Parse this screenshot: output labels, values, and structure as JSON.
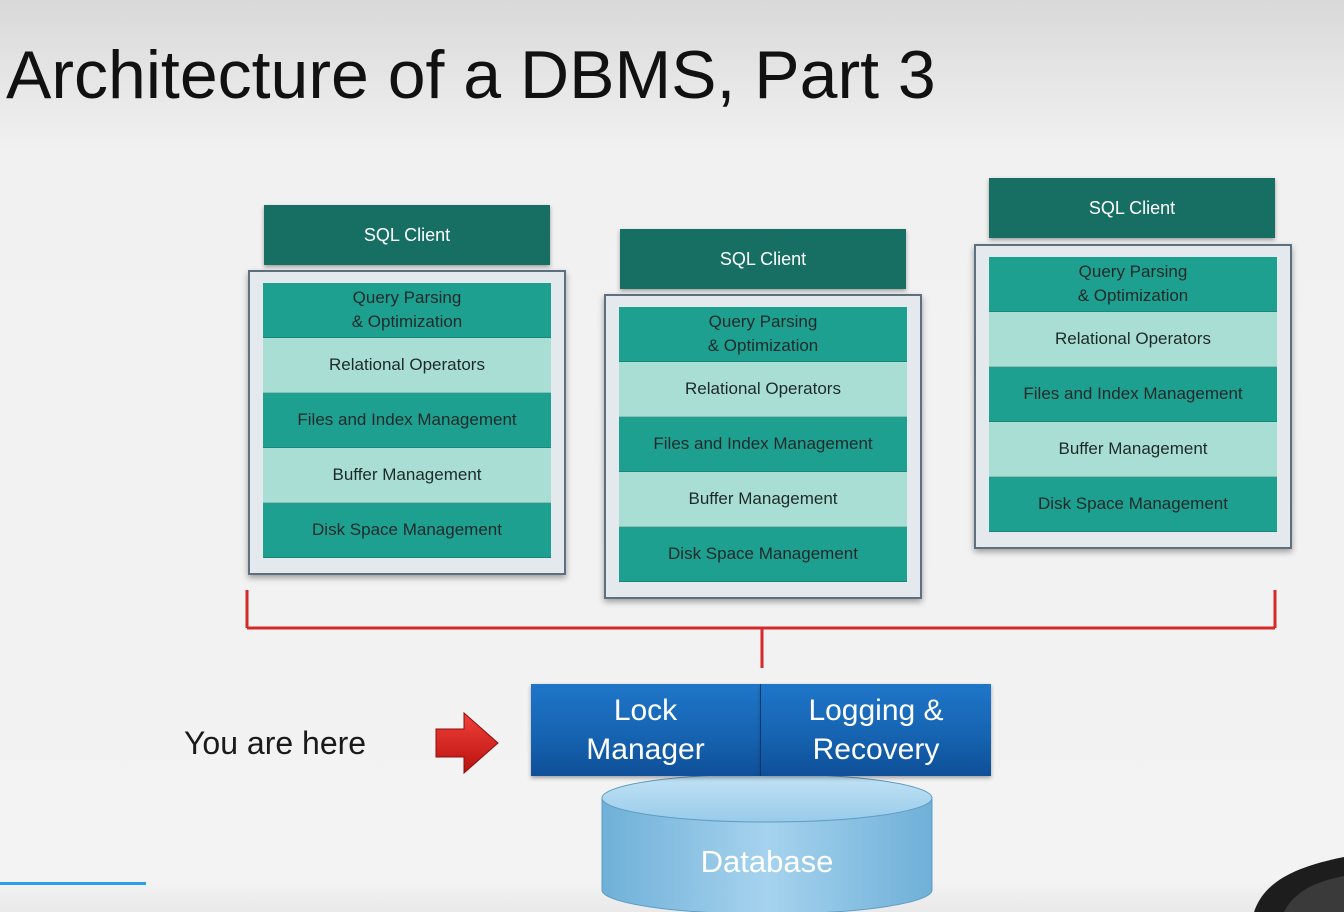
{
  "slide": {
    "title": "Architecture of a DBMS, Part 3"
  },
  "stacks": [
    {
      "client_label": "SQL Client",
      "layers": [
        "Query Parsing\n& Optimization",
        "Relational Operators",
        "Files and Index Management",
        "Buffer Management",
        "Disk Space Management"
      ]
    },
    {
      "client_label": "SQL Client",
      "layers": [
        "Query Parsing\n& Optimization",
        "Relational Operators",
        "Files and Index Management",
        "Buffer Management",
        "Disk Space Management"
      ]
    },
    {
      "client_label": "SQL Client",
      "layers": [
        "Query Parsing\n& Optimization",
        "Relational Operators",
        "Files and Index Management",
        "Buffer Management",
        "Disk Space Management"
      ]
    }
  ],
  "pointer_label": "You are here",
  "transaction": {
    "lock_manager": "Lock\nManager",
    "logging_recovery": "Logging &\nRecovery"
  },
  "database_label": "Database",
  "colors": {
    "client_header": "#176f64",
    "layer_dark": "#1ea090",
    "layer_light": "#a8ded3",
    "connector": "#d42a2a",
    "transaction_box": "#1664b2",
    "database": "#8fc6e6",
    "arrow": "#e8231f"
  }
}
